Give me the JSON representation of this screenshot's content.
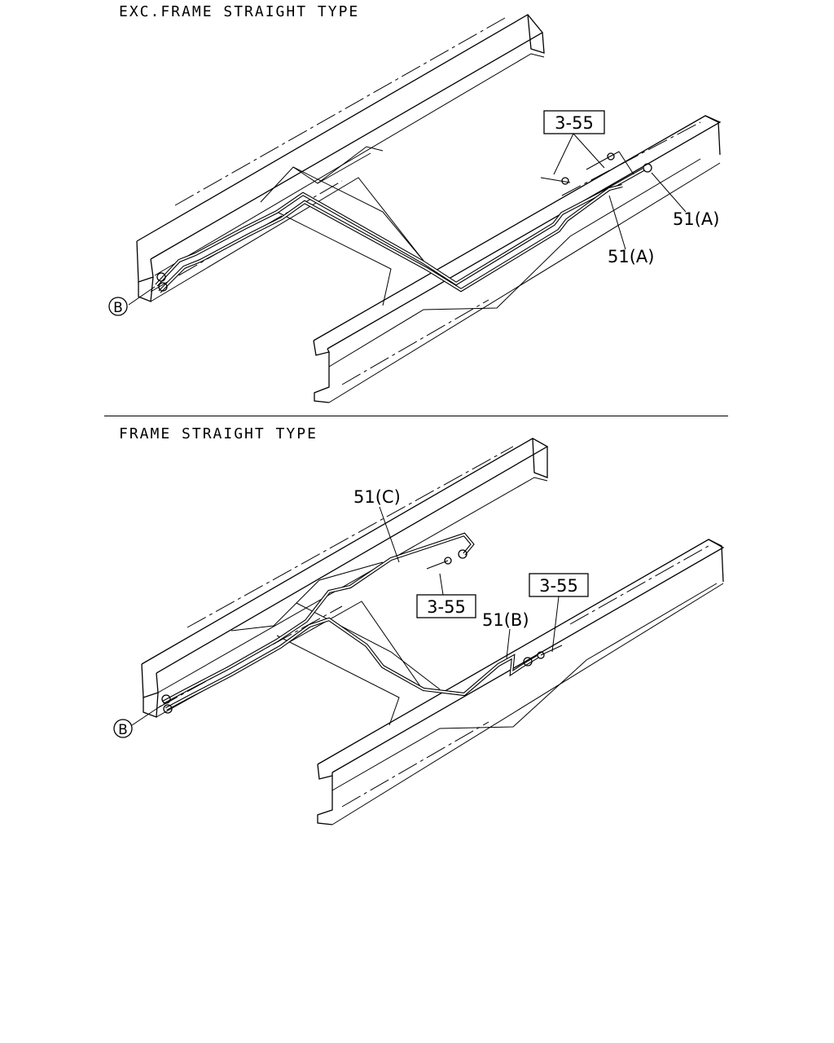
{
  "sections": [
    {
      "title": "EXC.FRAME STRAIGHT TYPE",
      "callouts": {
        "ref_box": "3-55",
        "pipe_a_upper": "51(A)",
        "pipe_a_lower": "51(A)",
        "connector": "B"
      }
    },
    {
      "title": "FRAME STRAIGHT TYPE",
      "callouts": {
        "pipe_c": "51(C)",
        "ref_box_left": "3-55",
        "ref_box_right": "3-55",
        "pipe_b": "51(B)",
        "connector": "B"
      }
    }
  ]
}
